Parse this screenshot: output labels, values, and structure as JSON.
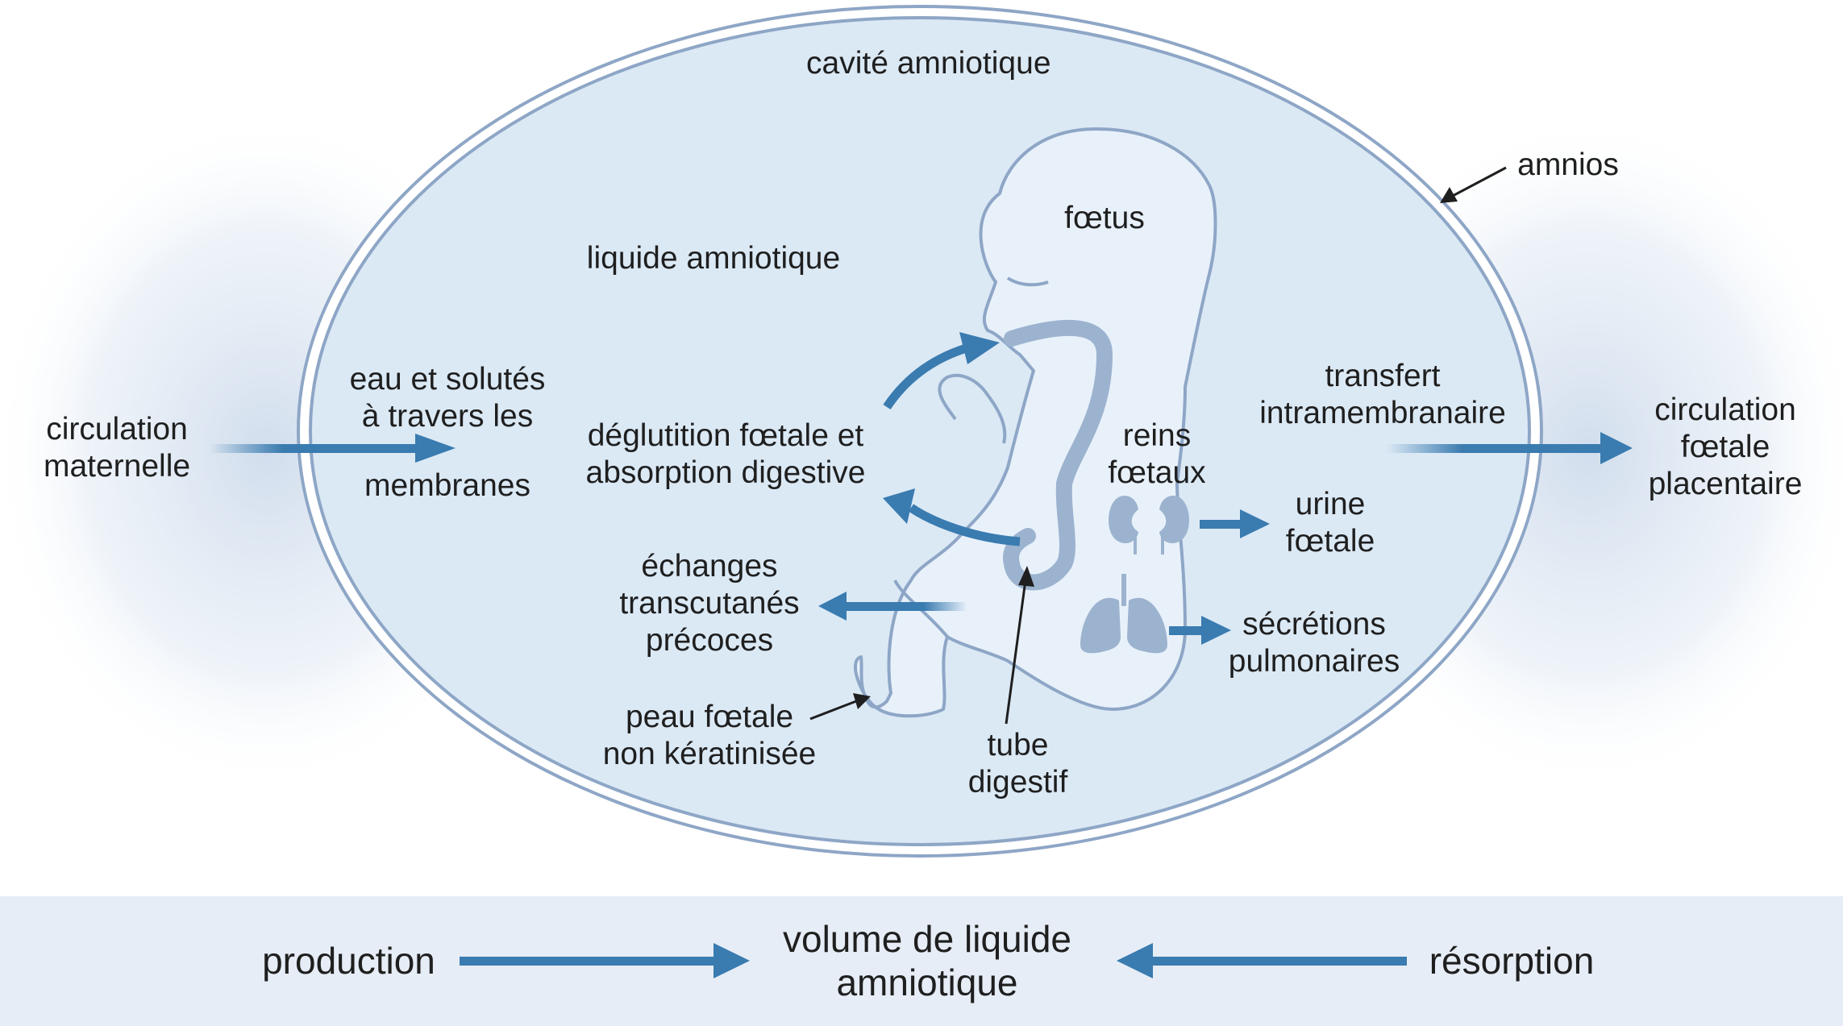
{
  "colors": {
    "arrow": "#3a7bb0",
    "ellipse_fill": "#dbe9f5",
    "ellipse_stroke": "#8ea6c6",
    "band": "#e6edf6",
    "organ": "#9cb3cf",
    "text": "#1f1f1f"
  },
  "labels": {
    "cavite": "cavité amniotique",
    "amnios": "amnios",
    "foetus": "fœtus",
    "liquide": "liquide amniotique",
    "circ_maternelle": [
      "circulation",
      "maternelle"
    ],
    "eau_solutes": [
      "eau et solutés",
      "à travers les"
    ],
    "membranes": "membranes",
    "deglutition": [
      "déglutition fœtale et",
      "absorption digestive"
    ],
    "reins": [
      "reins",
      "fœtaux"
    ],
    "transfert": [
      "transfert",
      "intramembranaire"
    ],
    "circ_foetale": [
      "circulation",
      "fœtale",
      "placentaire"
    ],
    "urine": [
      "urine",
      "fœtale"
    ],
    "echanges": [
      "échanges",
      "transcutanés",
      "précoces"
    ],
    "secretions": [
      "sécrétions",
      "pulmonaires"
    ],
    "peau": [
      "peau fœtale",
      "non kératinisée"
    ],
    "tube": [
      "tube",
      "digestif"
    ]
  },
  "bottom": {
    "production": "production",
    "volume": [
      "volume de liquide",
      "amniotique"
    ],
    "resorption": "résorption"
  },
  "icons": [
    "foetus-icon",
    "kidneys-icon",
    "lungs-icon",
    "stomach-icon"
  ]
}
